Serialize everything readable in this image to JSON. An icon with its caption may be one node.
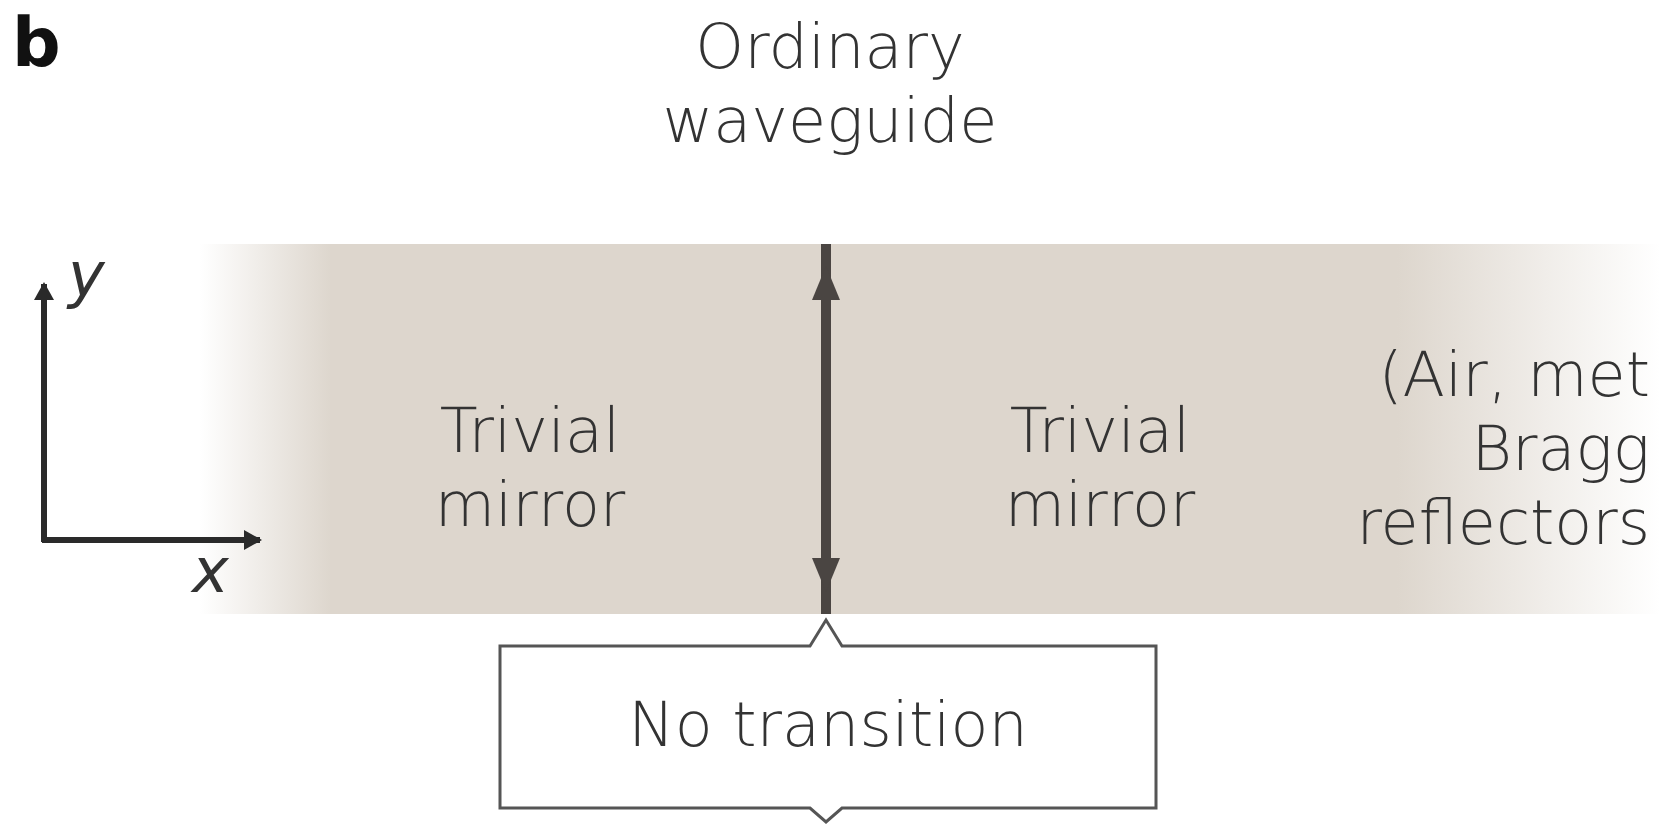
{
  "diagram": {
    "title": "Ordinary waveguide",
    "labels": [
      "b",
      "y",
      "x",
      "Trivial mirror",
      "Trivial mirror",
      "(Air, met Bragg reflectors",
      "No transition"
    ]
  }
}
